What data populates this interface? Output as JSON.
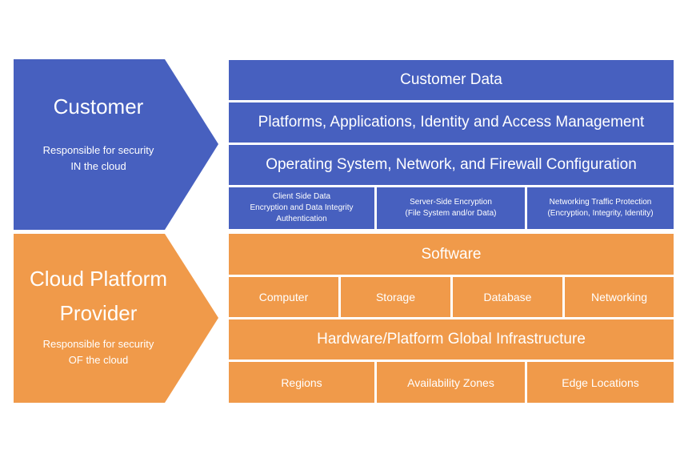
{
  "colors": {
    "customer": "#4760BF",
    "provider": "#F09A4A"
  },
  "customer": {
    "title": "Customer",
    "subtitle_line1": "Responsible for security",
    "subtitle_line2": "IN the cloud",
    "layers": [
      "Customer Data",
      "Platforms, Applications, Identity and Access Management",
      "Operating System, Network, and Firewall Configuration"
    ],
    "protections": [
      {
        "lines": [
          "Client Side Data",
          "Encryption and Data Integrity",
          "Authentication"
        ]
      },
      {
        "lines": [
          "Server-Side Encryption",
          "(File System and/or Data)"
        ]
      },
      {
        "lines": [
          "Networking Traffic Protection",
          "(Encryption, Integrity, Identity)"
        ]
      }
    ]
  },
  "provider": {
    "title_line1": "Cloud Platform",
    "title_line2": "Provider",
    "subtitle_line1": "Responsible for security",
    "subtitle_line2": "OF the cloud",
    "software": "Software",
    "services": [
      "Computer",
      "Storage",
      "Database",
      "Networking"
    ],
    "infrastructure": "Hardware/Platform Global Infrastructure",
    "locations": [
      "Regions",
      "Availability Zones",
      "Edge Locations"
    ]
  }
}
